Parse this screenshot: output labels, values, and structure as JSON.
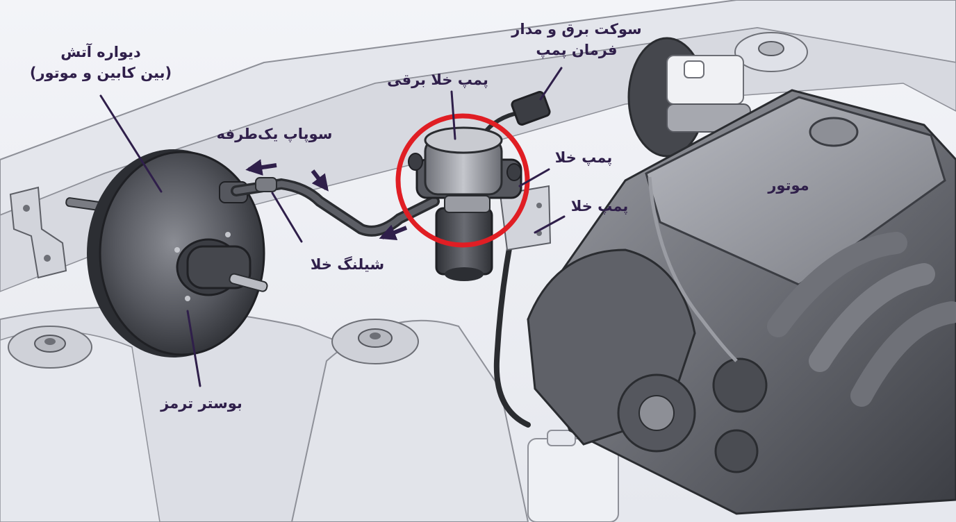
{
  "diagram": {
    "labels": {
      "firewall_line1": "دیواره آتش",
      "firewall_line2": "(بین کابین و موتور)",
      "check_valve": "سوپاپ یک‌طرفه",
      "electric_pump": "پمپ خلا برقی",
      "socket_line1": "سوکت برق و مدار",
      "socket_line2": "فرمان پمپ",
      "vacuum_pump_1": "پمپ خلا",
      "vacuum_pump_2": "پمپ خلا",
      "engine": "موتور",
      "vacuum_hose": "شیلنگ خلا",
      "brake_booster": "بوستر ترمز"
    },
    "colors": {
      "label_text": "#2f1f4a",
      "leader_line": "#2f1f4a",
      "highlight_circle": "#e01e24",
      "metal_dark": "#3a3c42",
      "metal_light": "#9a9ca3",
      "body_panel": "#dfe1e8"
    }
  }
}
